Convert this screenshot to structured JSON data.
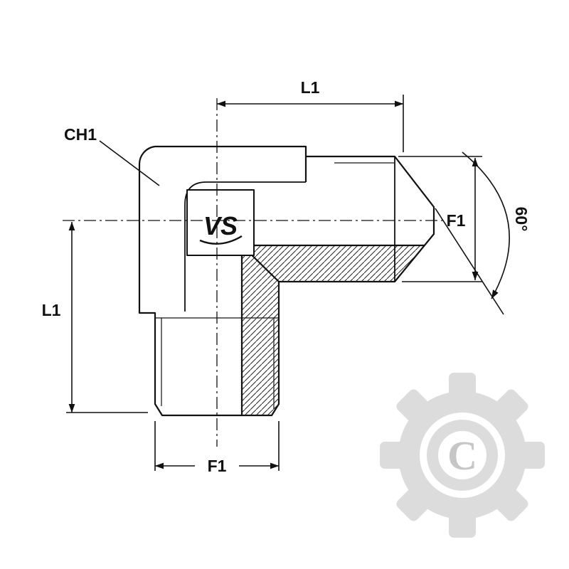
{
  "drawing": {
    "dimension_labels": {
      "length_top": "L1",
      "length_left": "L1",
      "thread_bottom": "F1",
      "thread_right": "F1",
      "cone_angle": "60°",
      "hex_size": "CH1"
    },
    "logo_text": "VS",
    "watermark_letter": "C",
    "colors": {
      "line": "#111111",
      "watermark": "#dcdcdc",
      "watermark_letter": "#c6c6c6"
    }
  }
}
